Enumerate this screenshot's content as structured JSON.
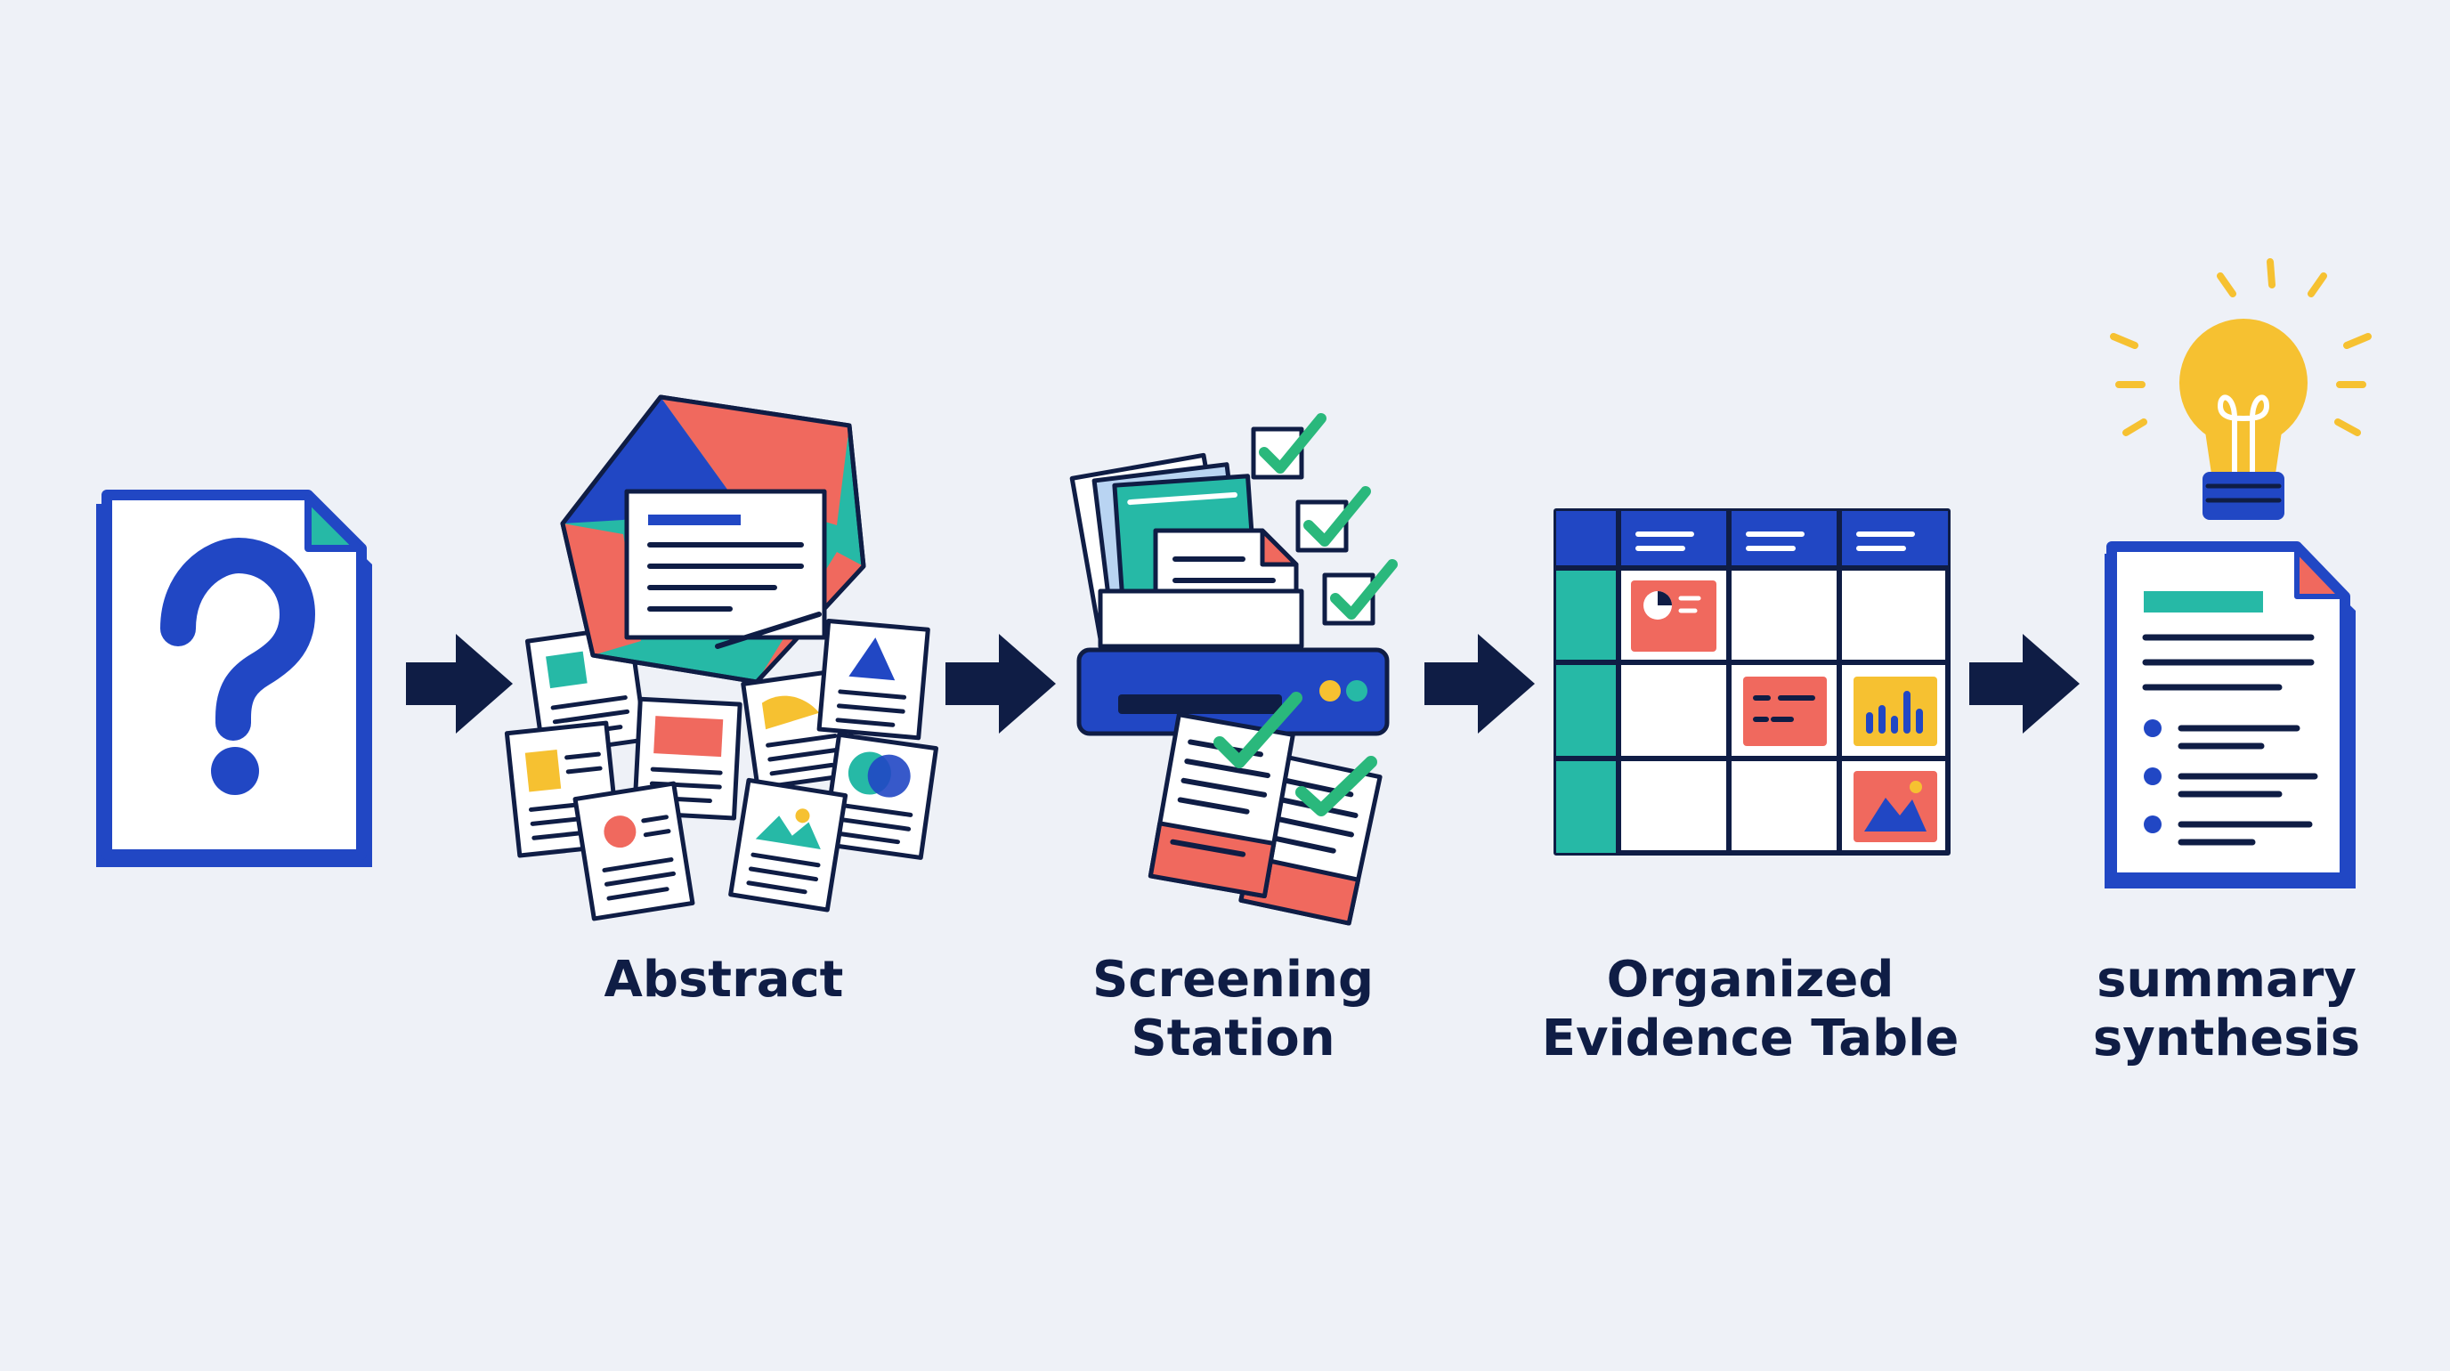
{
  "colors": {
    "background": "#eef1f7",
    "navy": "#0f1d45",
    "blue": "#2147c4",
    "teal": "#26b9a6",
    "coral": "#f0695e",
    "yellow": "#f6c131",
    "check_green": "#2ab87c",
    "white": "#ffffff"
  },
  "steps": [
    {
      "id": "question",
      "icon": "question-document-icon",
      "lines": []
    },
    {
      "id": "abstract",
      "icon": "abstract-papers-icon",
      "lines": [
        "Abstract"
      ]
    },
    {
      "id": "screening",
      "icon": "screening-station-icon",
      "lines": [
        "Screening",
        "Station"
      ]
    },
    {
      "id": "table",
      "icon": "evidence-table-icon",
      "lines": [
        "Organized",
        "Evidence Table"
      ]
    },
    {
      "id": "summary",
      "icon": "summary-lightbulb-icon",
      "lines": [
        "summary",
        "synthesis"
      ]
    }
  ],
  "connectors": [
    "arrow-right-icon",
    "arrow-right-icon",
    "arrow-right-icon",
    "arrow-right-icon"
  ]
}
